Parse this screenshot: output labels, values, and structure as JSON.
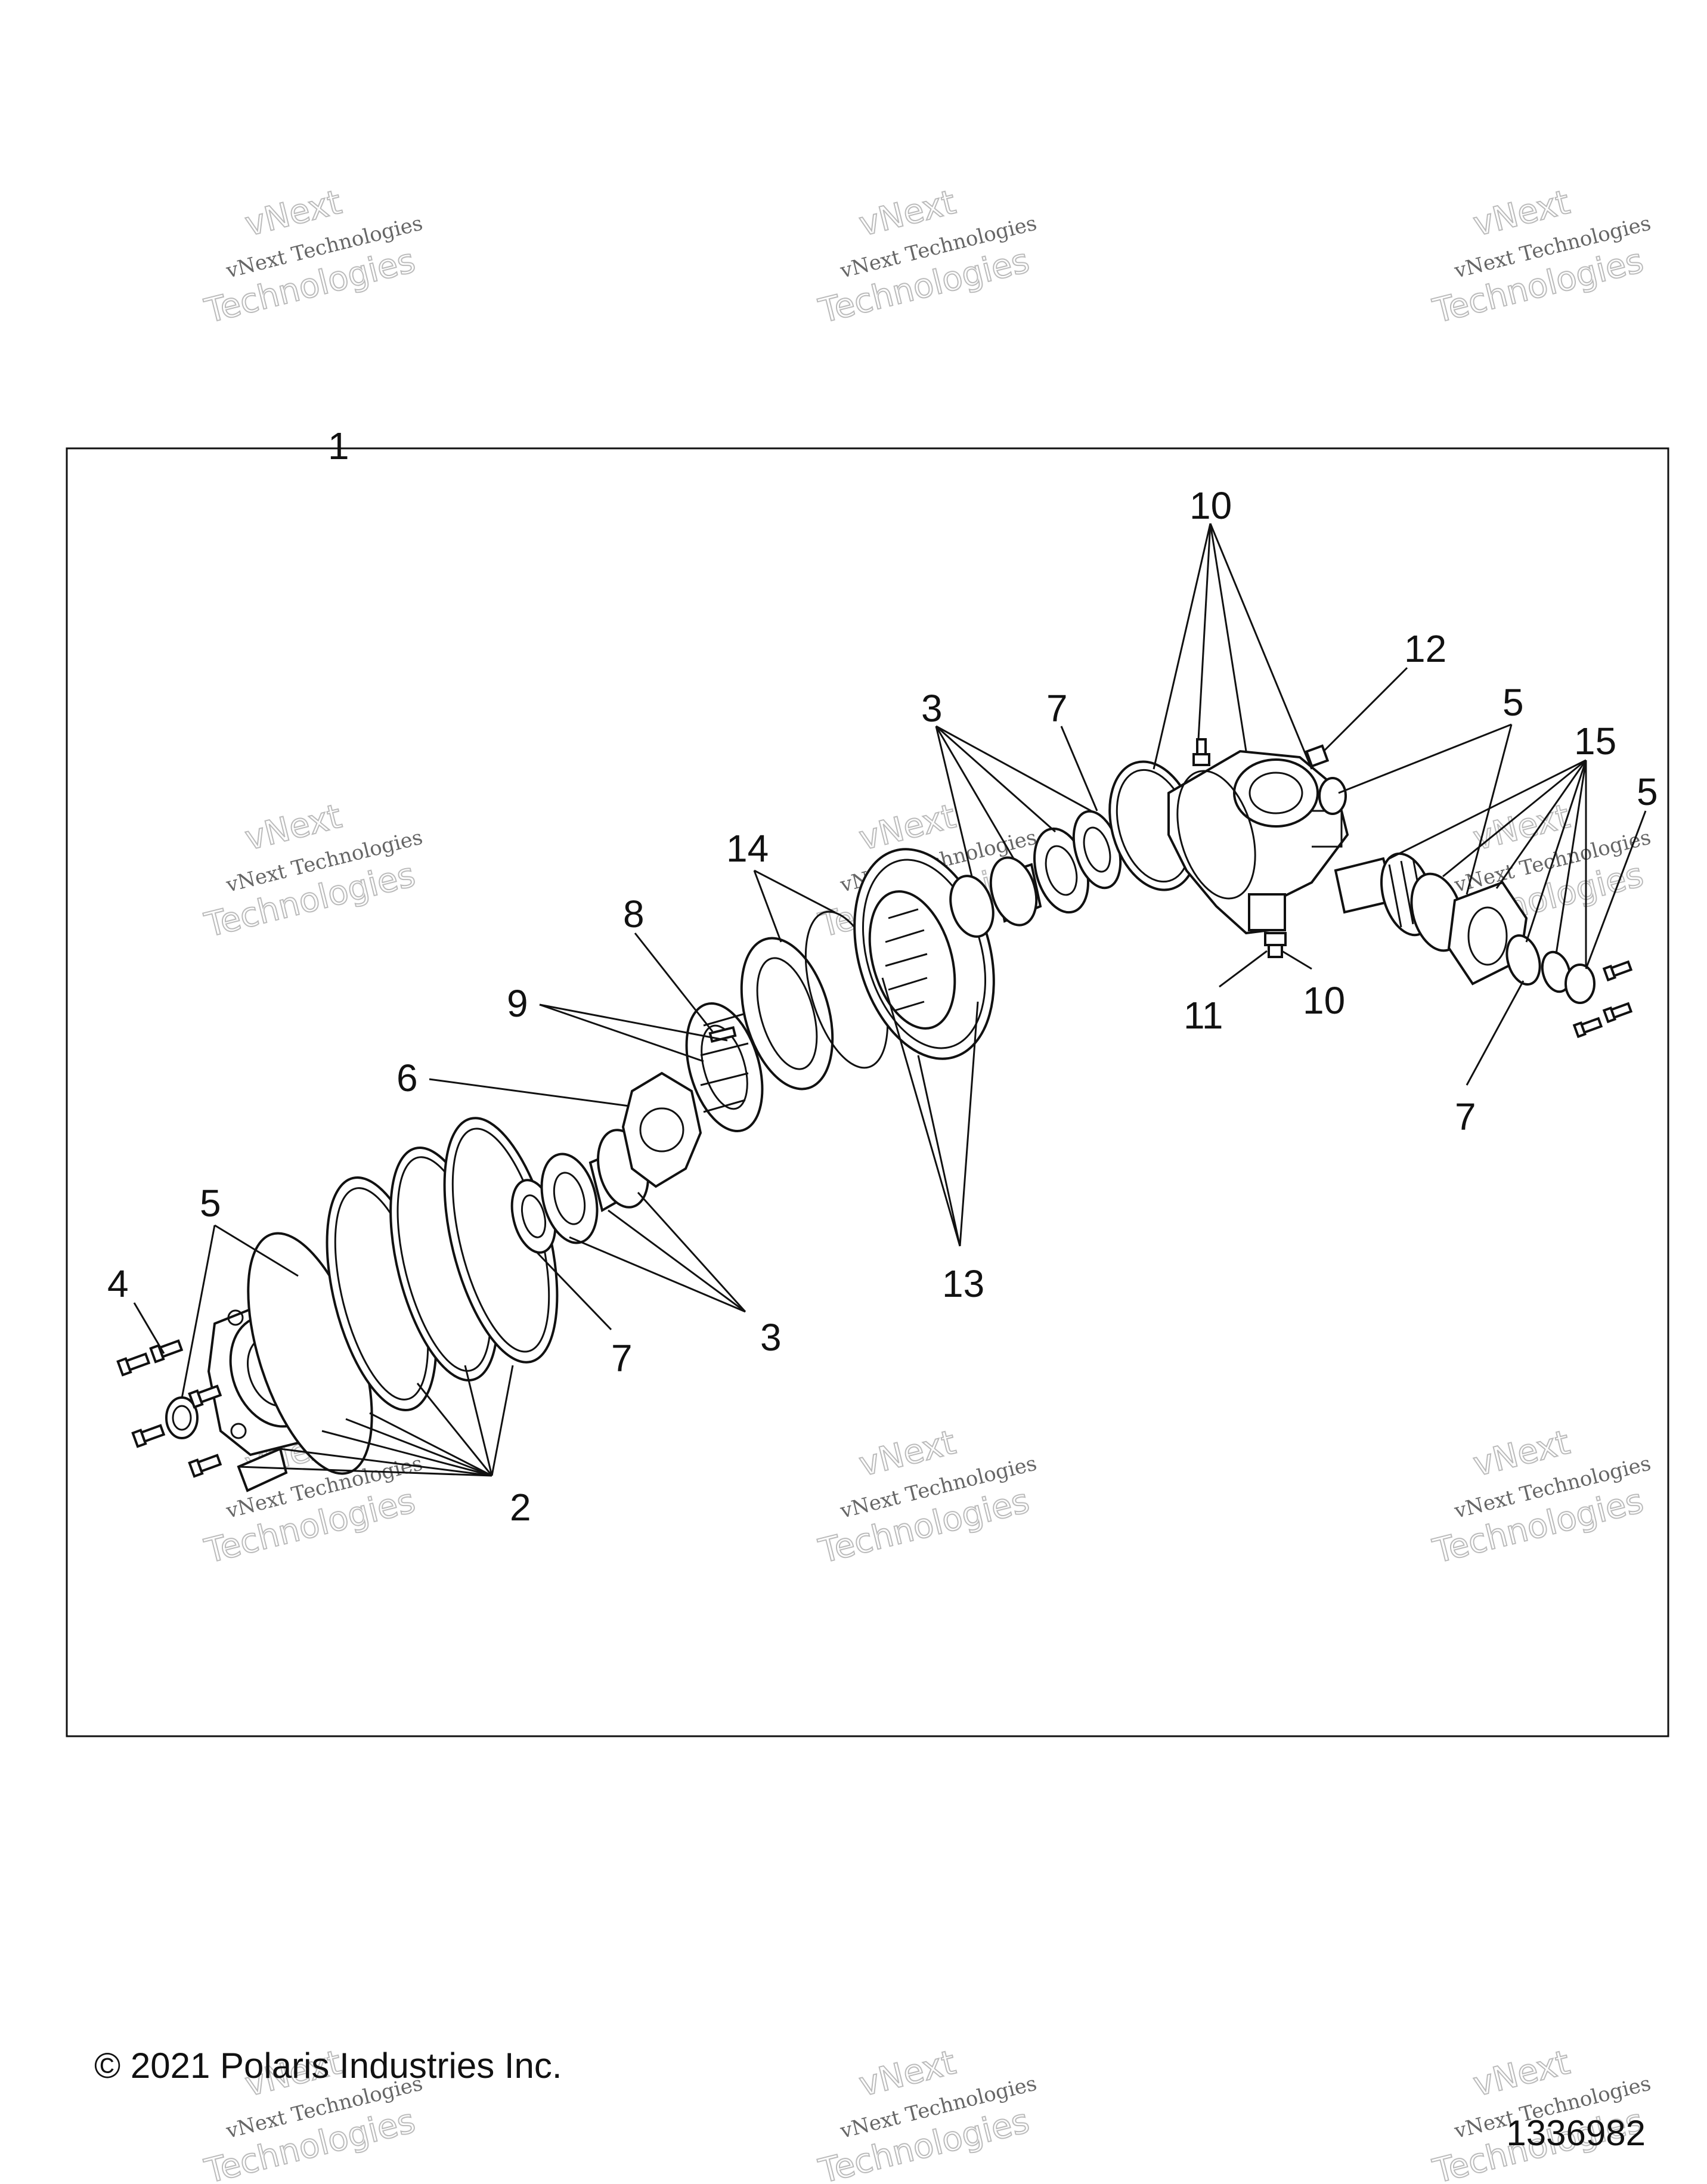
{
  "diagram": {
    "callouts": [
      "1",
      "2",
      "3",
      "3",
      "4",
      "5",
      "5",
      "5",
      "6",
      "7",
      "7",
      "7",
      "8",
      "9",
      "10",
      "10",
      "11",
      "12",
      "13",
      "14",
      "15"
    ]
  },
  "watermark": {
    "line1": "vNext Technologies",
    "line2": "vNext",
    "line3": "Technologies"
  },
  "footer": {
    "copyright": "© 2021 Polaris Industries Inc.",
    "figure_number": "1336982"
  }
}
